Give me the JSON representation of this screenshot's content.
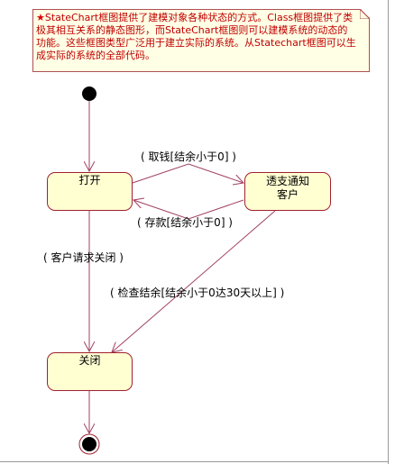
{
  "note": {
    "star_icon": "★",
    "text": "StateChart框图提供了建模对象各种状态的方式。Class框图提供了类极其相互关系的静态图形，而StateChart框图则可以建模系统的动态的功能。这些框图类型广泛用于建立实际的系统。从Statechart框图可以生成实际的系统的全部代码。"
  },
  "states": {
    "open": {
      "label": "打开"
    },
    "overdraft": {
      "line1": "透支通知",
      "line2": "客户"
    },
    "closed": {
      "label": "关闭"
    }
  },
  "transitions": {
    "withdraw": "( 取钱[结余小于0] )",
    "deposit": "( 存款[结余小于0] )",
    "close_request": "( 客户请求关闭 )",
    "check_balance": "( 检查结余[结余小于0达30天以上] )"
  },
  "colors": {
    "note_text": "#c00000",
    "note_border": "#b05050",
    "note_fill": "#ffffe6",
    "state_fill": "#ffffd2",
    "state_border": "#a02030",
    "edge": "#a04060",
    "node": "#000000"
  }
}
